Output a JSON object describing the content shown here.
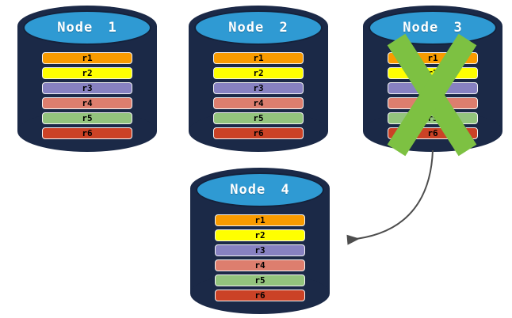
{
  "diagram": {
    "background": "#FFFFFF",
    "colors": {
      "cylinder_body": "#1B2947",
      "cylinder_top": "#2F9AD3",
      "cylinder_outline": "#14223C",
      "title_text": "#FFFFFF",
      "row_text": "#000000"
    },
    "nodes": [
      {
        "title": "Node 1",
        "rows": [
          {
            "label": "r1",
            "color": "#F99B00"
          },
          {
            "label": "r2",
            "color": "#FFFF00"
          },
          {
            "label": "r3",
            "color": "#8781C1"
          },
          {
            "label": "r4",
            "color": "#DD7E6E"
          },
          {
            "label": "r5",
            "color": "#93C47D"
          },
          {
            "label": "r6",
            "color": "#CB4226"
          }
        ]
      },
      {
        "title": "Node 2",
        "rows": [
          {
            "label": "r1",
            "color": "#F99B00"
          },
          {
            "label": "r2",
            "color": "#FFFF00"
          },
          {
            "label": "r3",
            "color": "#8781C1"
          },
          {
            "label": "r4",
            "color": "#DD7E6E"
          },
          {
            "label": "r5",
            "color": "#93C47D"
          },
          {
            "label": "r6",
            "color": "#CB4226"
          }
        ]
      },
      {
        "title": "Node 3",
        "failed": true,
        "rows": [
          {
            "label": "r1",
            "color": "#F99B00"
          },
          {
            "label": "r2",
            "color": "#FFFF00"
          },
          {
            "label": "r3",
            "color": "#8781C1"
          },
          {
            "label": "r4",
            "color": "#DD7E6E"
          },
          {
            "label": "r5",
            "color": "#93C47D"
          },
          {
            "label": "r6",
            "color": "#CB4226"
          }
        ]
      },
      {
        "title": "Node 4",
        "rows": [
          {
            "label": "r1",
            "color": "#F99B00"
          },
          {
            "label": "r2",
            "color": "#FFFF00"
          },
          {
            "label": "r3",
            "color": "#8781C1"
          },
          {
            "label": "r4",
            "color": "#DD7E6E"
          },
          {
            "label": "r5",
            "color": "#93C47D"
          },
          {
            "label": "r6",
            "color": "#CB4226"
          }
        ]
      }
    ],
    "failure_x": {
      "color": "#7DC142",
      "on_node": "Node 3"
    },
    "arrow": {
      "color": "#4D4D4D",
      "from": "Node 3",
      "to": "Node 4"
    }
  }
}
